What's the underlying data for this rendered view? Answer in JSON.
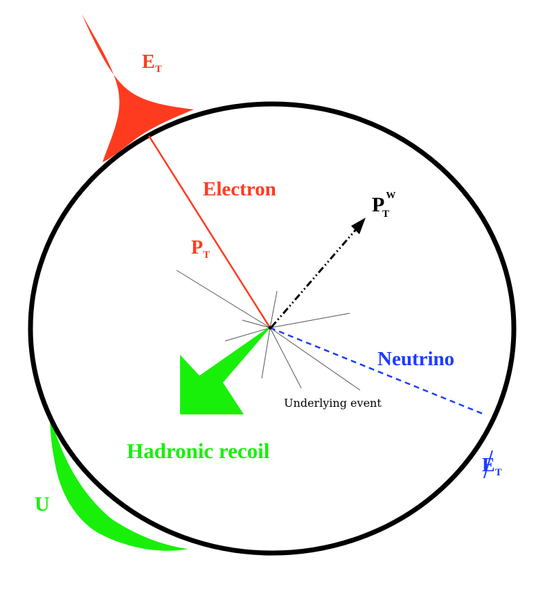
{
  "colors": {
    "electron": "#ff3b1f",
    "recoil": "#18f00a",
    "neutrino": "#1c3cff",
    "detector": "#000000",
    "tracks": "#555555",
    "background": "#ffffff"
  },
  "labels": {
    "electron_et_main": "E",
    "electron_et_sub": "T",
    "electron": "Electron",
    "electron_pt_main": "P",
    "electron_pt_sub": "T",
    "w_pt_main": "P",
    "w_pt_sub": "T",
    "w_pt_sup": "W",
    "neutrino": "Neutrino",
    "missing_et_main": "E",
    "missing_et_sub": "T",
    "underlying_event": "Underlying event",
    "hadronic_recoil": "Hadronic recoil",
    "recoil_u": "U"
  }
}
